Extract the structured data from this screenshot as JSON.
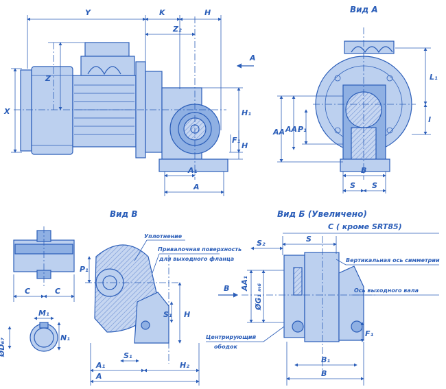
{
  "views": {
    "main_side": {
      "dims": {
        "Y": "Y",
        "K": "K",
        "H": "H",
        "Z2": "Z₂",
        "Z": "Z",
        "X": "X",
        "H1": "H₁",
        "F1": "F₁",
        "H_low": "H",
        "A1": "A₁",
        "A": "A"
      },
      "arrow_label": "A"
    },
    "view_a": {
      "title": "Вид  A",
      "dims": {
        "L1": "L₁",
        "AA": "AA",
        "AA1": "AA₁",
        "P1": "P₁",
        "l": "l",
        "B": "B",
        "S1": "S",
        "S2": "S"
      }
    },
    "view_v": {
      "title": "Вид  В",
      "dims": {
        "C1": "C",
        "C2": "C",
        "M1": "M₁",
        "D": "ØD₆₇",
        "N1": "N₁"
      }
    },
    "view_detail": {
      "dims": {
        "P1": "P₁",
        "S1": "S₁",
        "H": "H",
        "S1b": "S₁",
        "A1": "A₁",
        "H2": "H₂",
        "A": "A"
      },
      "notes": {
        "seal": "Уплотнение",
        "mount_surface": "Привалочная поверхность",
        "mount_surface2": "для выходного фланца"
      }
    },
    "view_b": {
      "title": "Вид  Б  (Увеличено)",
      "top_note": "C  ( кроме SRT85)",
      "dims": {
        "S2": "S₂",
        "S": "S",
        "AA1": "AA₁",
        "G1": "ØG₁ ₘ₆",
        "F1": "F₁",
        "B1": "B₁",
        "B": "B"
      },
      "arrow_label": "B",
      "notes": {
        "vertical_axis": "Вертикальная ось симметрии",
        "output_shaft_axis": "Ось выходного вала",
        "centering_rim1": "Центрирующий",
        "centering_rim2": "ободок"
      }
    }
  }
}
